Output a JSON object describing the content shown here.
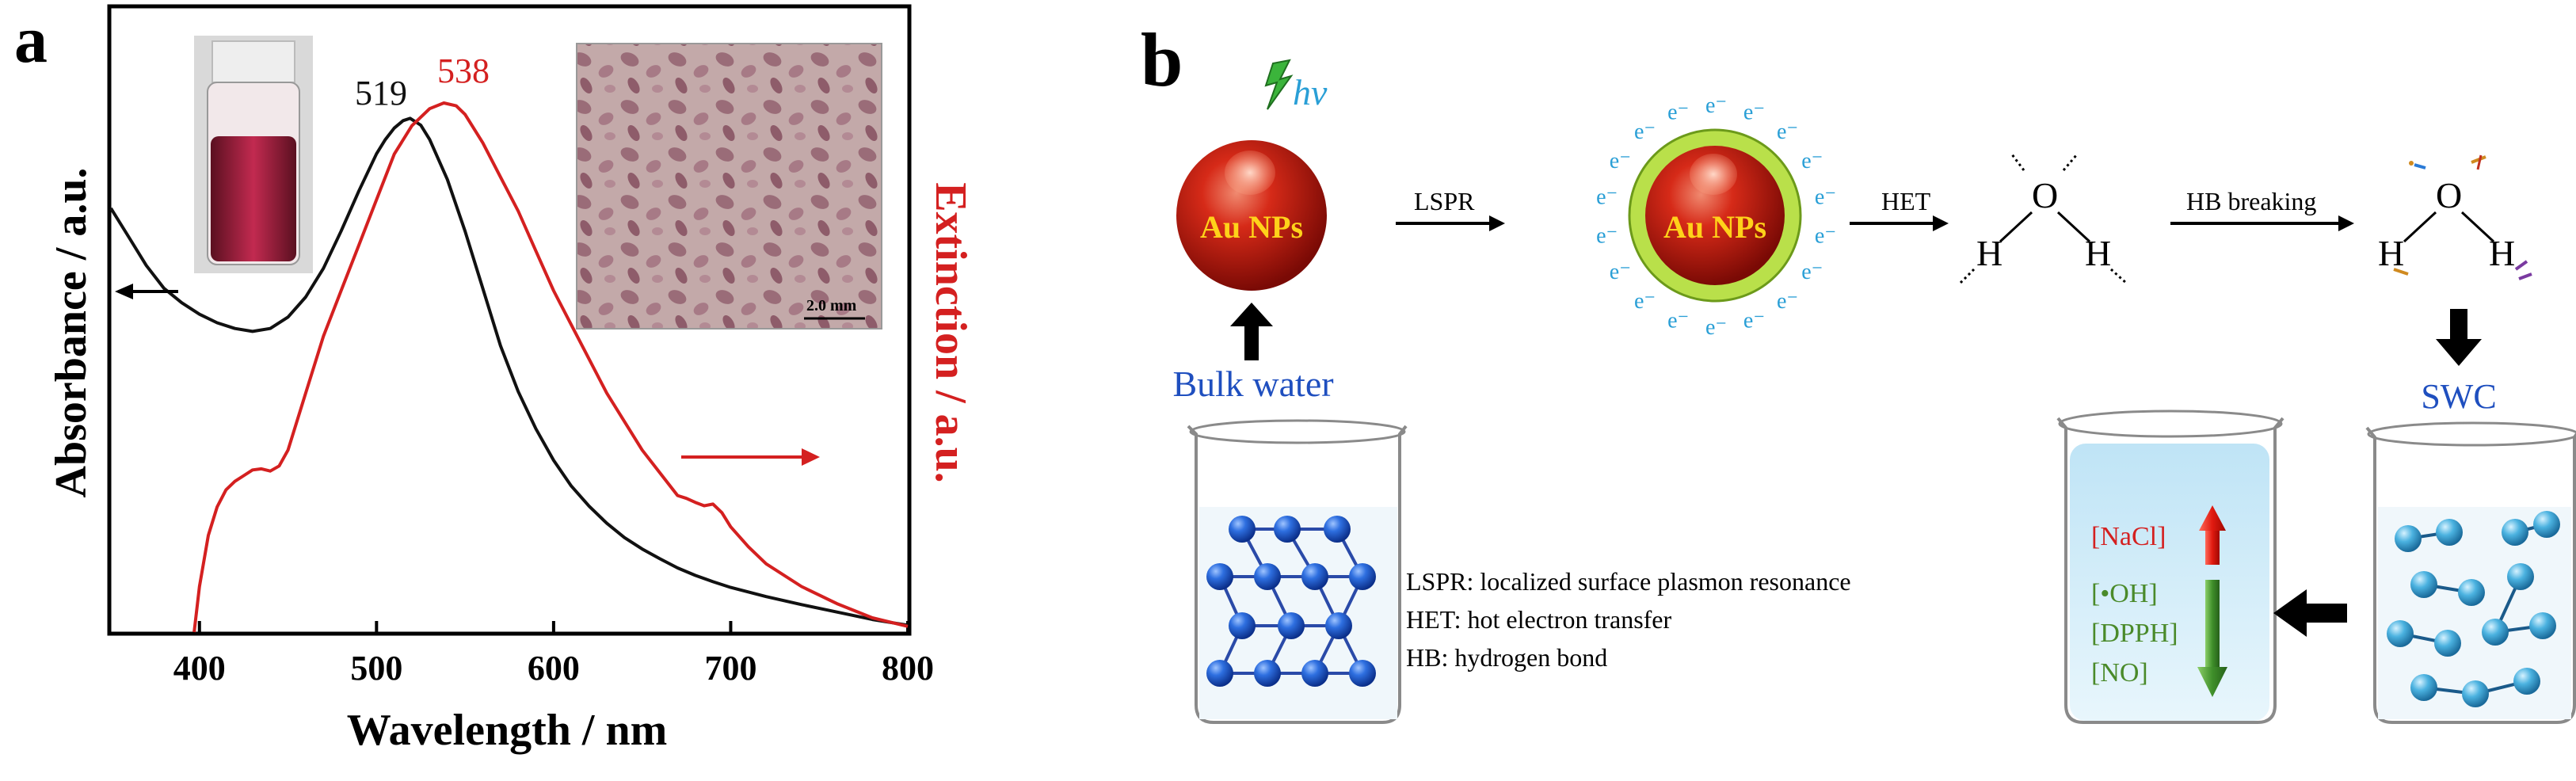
{
  "panel_a": {
    "label": "a",
    "inset_scale_bar": "2.0 mm",
    "peak_labels": [
      {
        "text": "519",
        "color": "#111111"
      },
      {
        "text": "538",
        "color": "#d42020"
      }
    ]
  },
  "panel_b": {
    "label": "b",
    "hv": "hv",
    "au_np_label": "Au NPs",
    "electron": "e⁻",
    "step_labels": {
      "lspr": "LSPR",
      "het": "HET",
      "hb_breaking": "HB breaking"
    },
    "water": {
      "o": "O",
      "h": "H"
    },
    "bulk_water": "Bulk water",
    "swc": "SWC",
    "legend": [
      "LSPR: localized surface plasmon resonance",
      "HET: hot electron transfer",
      "HB: hydrogen bond"
    ],
    "beaker_labels": {
      "nacl": "[NaCl]",
      "oh": "[•OH]",
      "dpph": "[DPPH]",
      "no": "[NO]"
    },
    "colors": {
      "nacl": "#d42020",
      "down_species": "#4a8a2a",
      "blue_text": "#1f4fbf",
      "hv_text": "#2a9fd6",
      "bolt": "#2e9b2e"
    }
  },
  "chart_data": {
    "type": "line",
    "xlabel": "Wavelength / nm",
    "ylabel": "Absorbance / a.u.",
    "y2label": "Extinction / a.u.",
    "xlim": [
      350,
      800
    ],
    "xticks": [
      400,
      500,
      600,
      700,
      800
    ],
    "grid": false,
    "series": [
      {
        "color": "#111111",
        "axis": "left",
        "x": [
          350,
          360,
          370,
          380,
          390,
          400,
          410,
          420,
          430,
          440,
          450,
          460,
          470,
          480,
          490,
          500,
          505,
          510,
          515,
          519,
          525,
          530,
          540,
          550,
          560,
          570,
          580,
          590,
          600,
          610,
          620,
          630,
          640,
          650,
          660,
          670,
          680,
          690,
          700,
          720,
          740,
          760,
          780,
          800
        ],
        "y": [
          0.74,
          0.69,
          0.64,
          0.6,
          0.575,
          0.555,
          0.54,
          0.53,
          0.525,
          0.53,
          0.55,
          0.585,
          0.635,
          0.7,
          0.77,
          0.835,
          0.86,
          0.88,
          0.893,
          0.897,
          0.885,
          0.86,
          0.79,
          0.7,
          0.6,
          0.5,
          0.42,
          0.355,
          0.3,
          0.255,
          0.22,
          0.19,
          0.165,
          0.145,
          0.128,
          0.112,
          0.099,
          0.088,
          0.078,
          0.062,
          0.048,
          0.035,
          0.022,
          0.012
        ]
      },
      {
        "color": "#d42020",
        "axis": "right",
        "x": [
          397,
          400,
          405,
          410,
          415,
          420,
          425,
          430,
          435,
          440,
          445,
          450,
          460,
          470,
          480,
          490,
          500,
          510,
          520,
          530,
          538,
          545,
          550,
          560,
          570,
          580,
          590,
          600,
          610,
          620,
          630,
          640,
          650,
          660,
          670,
          675,
          680,
          685,
          690,
          695,
          700,
          710,
          720,
          740,
          760,
          780,
          800
        ],
        "y": [
          0.0,
          0.08,
          0.17,
          0.22,
          0.25,
          0.265,
          0.275,
          0.285,
          0.287,
          0.283,
          0.292,
          0.32,
          0.42,
          0.52,
          0.6,
          0.68,
          0.76,
          0.84,
          0.89,
          0.92,
          0.93,
          0.925,
          0.91,
          0.86,
          0.8,
          0.74,
          0.67,
          0.6,
          0.54,
          0.48,
          0.42,
          0.37,
          0.32,
          0.28,
          0.24,
          0.235,
          0.228,
          0.222,
          0.225,
          0.21,
          0.185,
          0.15,
          0.12,
          0.08,
          0.05,
          0.025,
          0.01
        ]
      }
    ]
  }
}
